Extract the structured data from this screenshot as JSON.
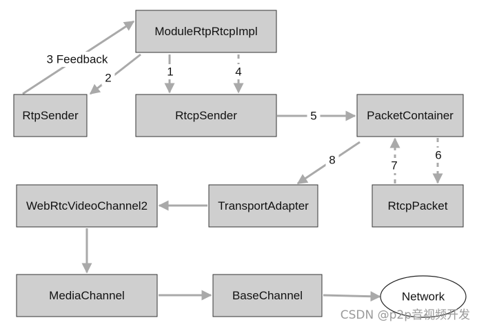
{
  "diagram": {
    "nodes": [
      {
        "id": "rtprtcp",
        "label": "ModuleRtpRtcpImpl"
      },
      {
        "id": "rtpsender",
        "label": "RtpSender"
      },
      {
        "id": "rtcpsender",
        "label": "RtcpSender"
      },
      {
        "id": "packetcontainer",
        "label": "PacketContainer"
      },
      {
        "id": "transportadapter",
        "label": "TransportAdapter"
      },
      {
        "id": "webrtcvideochannel2",
        "label": "WebRtcVideoChannel2"
      },
      {
        "id": "rtcppacket",
        "label": "RtcpPacket"
      },
      {
        "id": "mediachannel",
        "label": "MediaChannel"
      },
      {
        "id": "basechannel",
        "label": "BaseChannel"
      },
      {
        "id": "network",
        "label": "Network"
      }
    ],
    "edges": [
      {
        "id": "e-feedback",
        "from": "rtpsender",
        "to": "rtprtcp",
        "label": "3 Feedback"
      },
      {
        "id": "e-2",
        "from": "rtprtcp",
        "to": "rtpsender",
        "label": "2"
      },
      {
        "id": "e-1",
        "from": "rtprtcp",
        "to": "rtcpsender",
        "label": "1"
      },
      {
        "id": "e-4",
        "from": "rtprtcp",
        "to": "rtcpsender",
        "label": "4",
        "dashed": true
      },
      {
        "id": "e-5",
        "from": "rtcpsender",
        "to": "packetcontainer",
        "label": "5"
      },
      {
        "id": "e-6",
        "from": "packetcontainer",
        "to": "rtcppacket",
        "label": "6",
        "dashed": true
      },
      {
        "id": "e-7",
        "from": "rtcppacket",
        "to": "packetcontainer",
        "label": "7",
        "dashed": true
      },
      {
        "id": "e-8",
        "from": "packetcontainer",
        "to": "transportadapter",
        "label": "8"
      },
      {
        "id": "e-ta-wv",
        "from": "transportadapter",
        "to": "webrtcvideochannel2",
        "label": ""
      },
      {
        "id": "e-wv-mc",
        "from": "webrtcvideochannel2",
        "to": "mediachannel",
        "label": ""
      },
      {
        "id": "e-mc-bc",
        "from": "mediachannel",
        "to": "basechannel",
        "label": ""
      },
      {
        "id": "e-bc-net",
        "from": "basechannel",
        "to": "network",
        "label": ""
      }
    ]
  },
  "watermark": "CSDN @p2p音视频开发",
  "colors": {
    "node_fill": "#cfcfcf",
    "edge": "#a9a9a9",
    "text": "#111111"
  }
}
